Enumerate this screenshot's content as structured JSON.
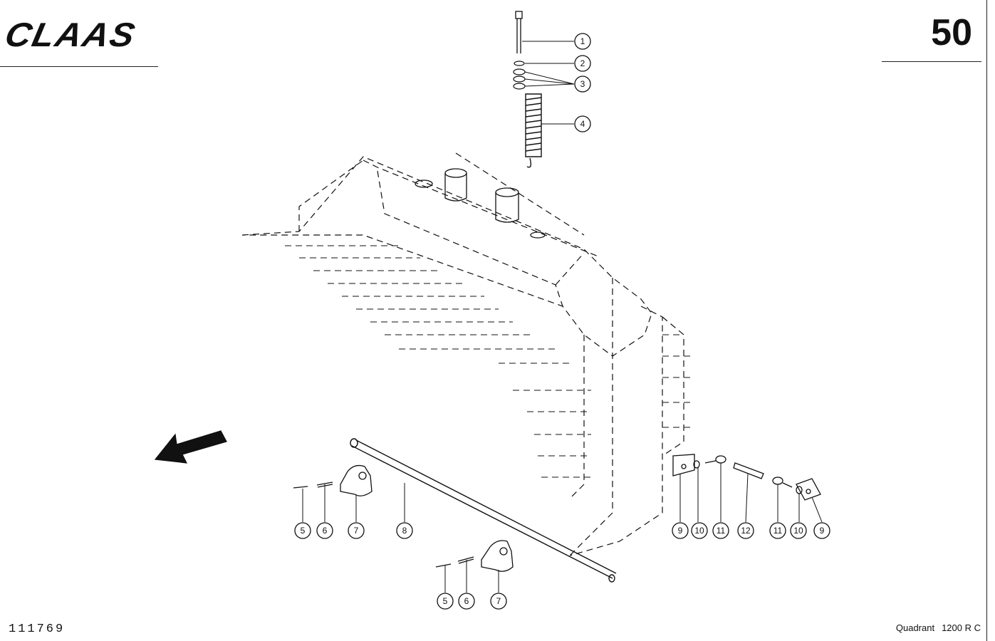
{
  "header": {
    "brand_logo": "CLAAS",
    "page_number": "50"
  },
  "footer": {
    "drawing_number": "111769",
    "model_name": "Quadrant",
    "model_code": "1200 R C"
  },
  "callouts": [
    {
      "label": "1"
    },
    {
      "label": "2"
    },
    {
      "label": "3"
    },
    {
      "label": "4"
    },
    {
      "label": "5"
    },
    {
      "label": "6"
    },
    {
      "label": "7"
    },
    {
      "label": "8"
    },
    {
      "label": "5"
    },
    {
      "label": "6"
    },
    {
      "label": "7"
    },
    {
      "label": "9"
    },
    {
      "label": "10"
    },
    {
      "label": "11"
    },
    {
      "label": "12"
    },
    {
      "label": "11"
    },
    {
      "label": "10"
    },
    {
      "label": "9"
    }
  ]
}
